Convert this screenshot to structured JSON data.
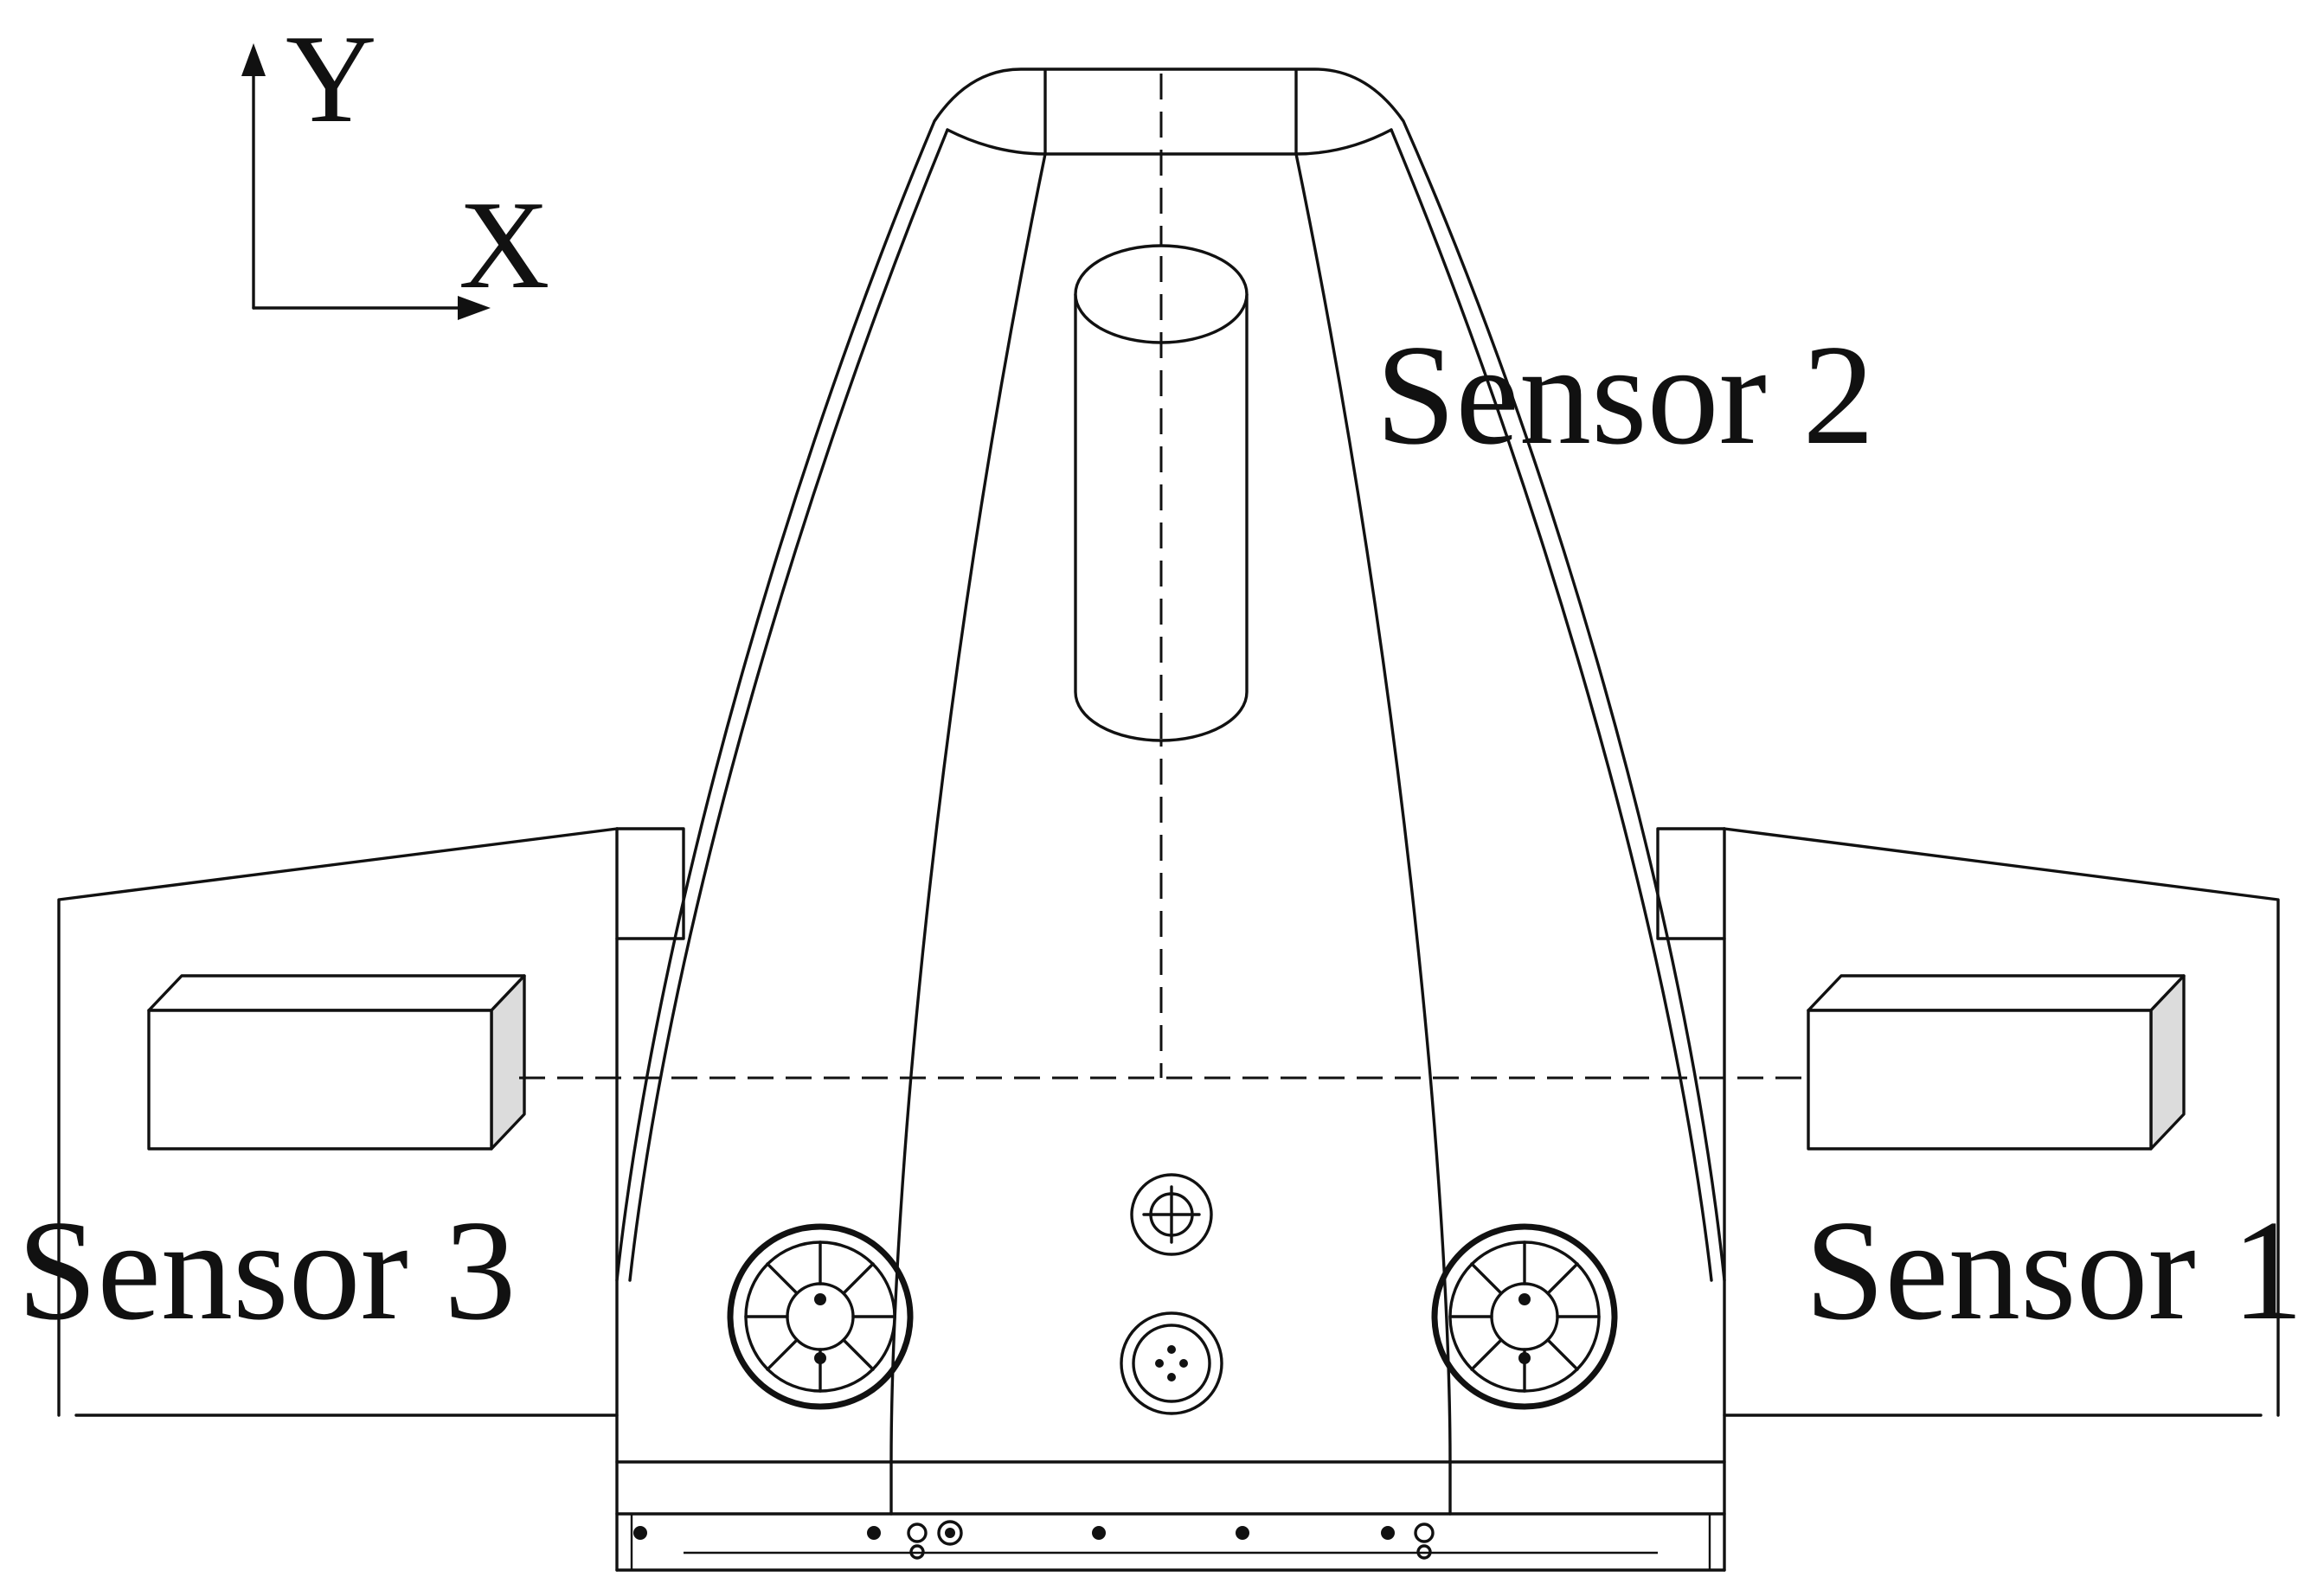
{
  "axes": {
    "y_label": "Y",
    "x_label": "X"
  },
  "sensors": {
    "sensor_1": "Sensor 1",
    "sensor_2": "Sensor 2",
    "sensor_3": "Sensor 3"
  },
  "colors": {
    "line": "#111111",
    "background": "#ffffff",
    "box_shade": "#dcdcdc"
  }
}
